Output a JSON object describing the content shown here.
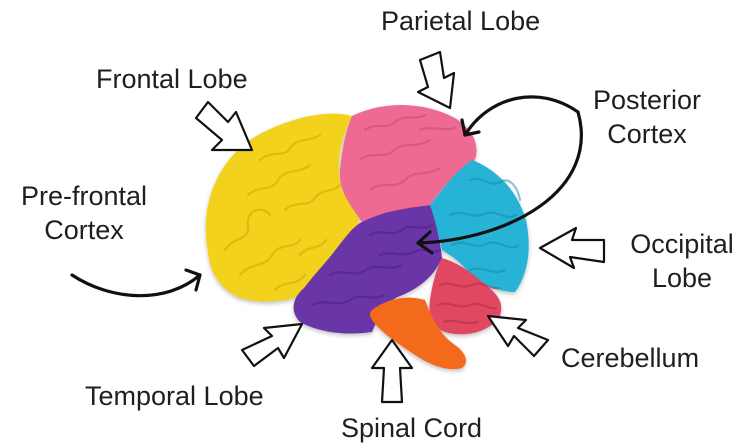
{
  "labels": {
    "parietal": "Parietal Lobe",
    "frontal": "Frontal Lobe",
    "posterior_line1": "Posterior",
    "posterior_line2": "Cortex",
    "prefrontal_line1": "Pre-frontal",
    "prefrontal_line2": "Cortex",
    "occipital_line1": "Occipital",
    "occipital_line2": "Lobe",
    "cerebellum": "Cerebellum",
    "temporal": "Temporal Lobe",
    "spinal": "Spinal Cord"
  },
  "colors": {
    "frontal": "#f2d21b",
    "parietal": "#ee6b93",
    "occipital": "#27b3d6",
    "temporal": "#6a35a6",
    "cerebellum": "#e04660",
    "spinal_cord": "#f36a1c",
    "arrow": "#111111",
    "text": "#1f1f1f"
  }
}
